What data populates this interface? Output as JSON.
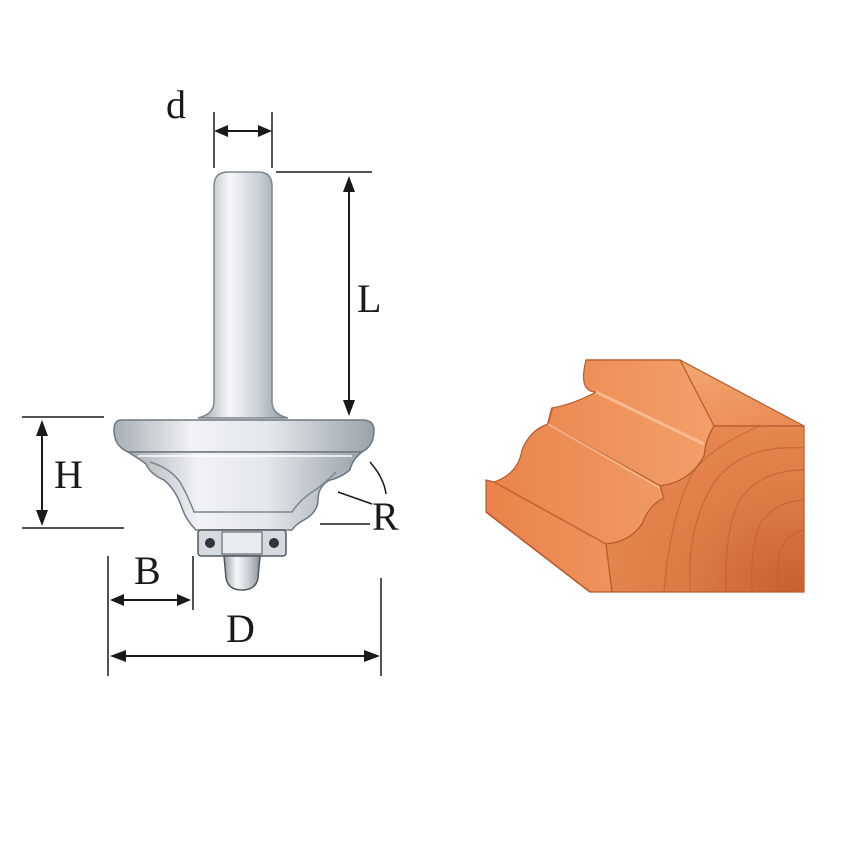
{
  "labels": {
    "d": "d",
    "L": "L",
    "H": "H",
    "R": "R",
    "B": "B",
    "D": "D"
  },
  "colors": {
    "steel_light": "#f4f6f8",
    "steel_mid": "#c9cfd6",
    "steel_dark": "#8a939c",
    "wood_light": "#f4a56c",
    "wood_mid": "#e8834a",
    "wood_dark": "#c8602e",
    "wood_grain": "#d9733c",
    "line": "#1a1a1a"
  }
}
